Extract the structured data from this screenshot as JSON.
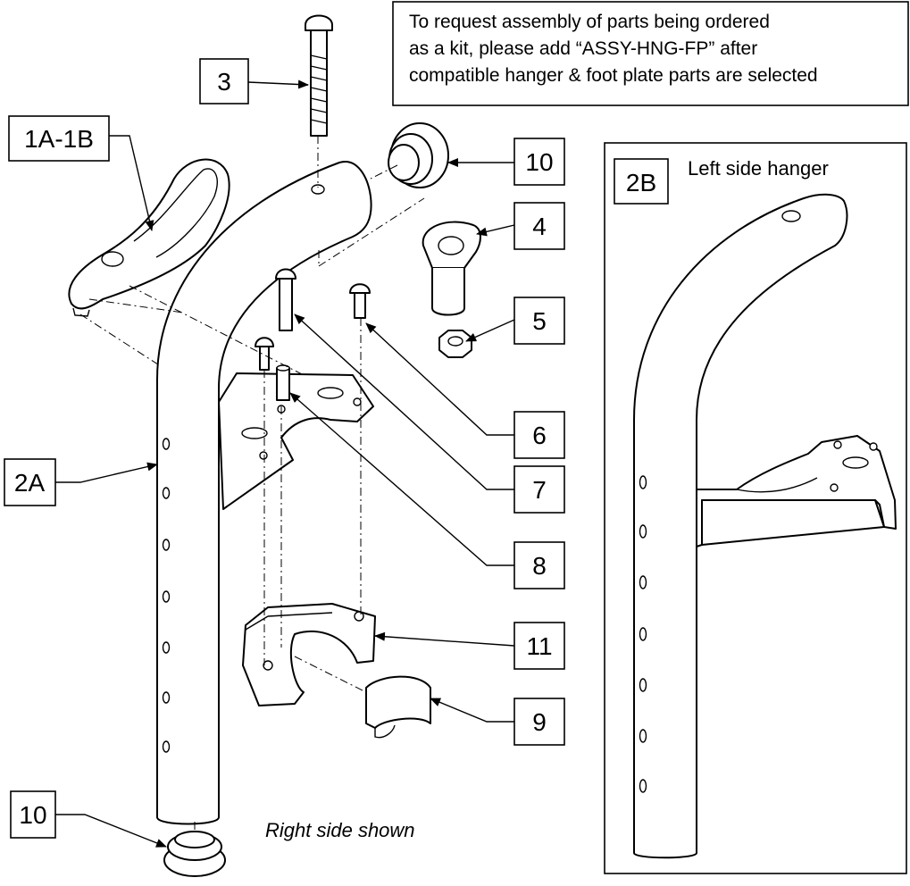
{
  "note": {
    "line1": "To request assembly of parts being ordered",
    "line2": "as a kit, please add “ASSY-HNG-FP” after",
    "line3": "compatible hanger & foot plate parts are selected"
  },
  "inset": {
    "label": "2B",
    "title": "Left side hanger"
  },
  "caption": "Right side shown",
  "callouts": {
    "c3": "3",
    "c1a1b": "1A-1B",
    "c10_top": "10",
    "c4": "4",
    "c5": "5",
    "c6": "6",
    "c7": "7",
    "c8": "8",
    "c2a": "2A",
    "c11": "11",
    "c9": "9",
    "c10_bottom": "10"
  }
}
